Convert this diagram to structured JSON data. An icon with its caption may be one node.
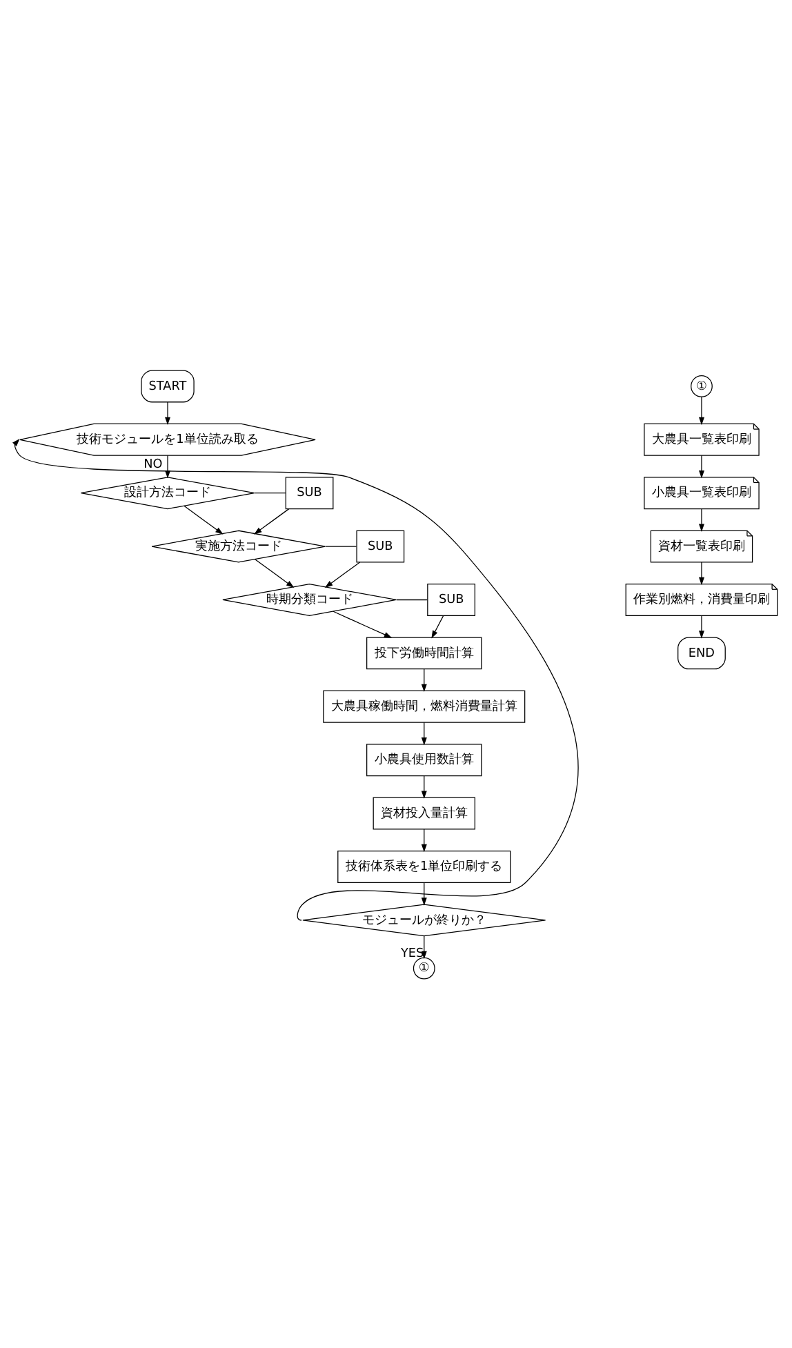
{
  "diagram": {
    "nodes": [
      {
        "text": [
          "START"
        ]
      },
      {
        "text": [
          "技術モジュールを1単位読み取る"
        ]
      },
      {
        "text": [
          "設計方法コード"
        ]
      },
      {
        "text": [
          "SUB"
        ]
      },
      {
        "text": [
          "実施方法コード"
        ]
      },
      {
        "text": [
          "SUB"
        ]
      },
      {
        "text": [
          "時期分類コード"
        ]
      },
      {
        "text": [
          "SUB"
        ]
      },
      {
        "text": [
          "投下労働時間計算"
        ]
      },
      {
        "text": [
          "大農具稼働時間，燃料消費量計算"
        ]
      },
      {
        "text": [
          "小農具使用数計算"
        ]
      },
      {
        "text": [
          "資材投入量計算"
        ]
      },
      {
        "text": [
          "技術体系表を1単位印刷する"
        ]
      },
      {
        "text": [
          "モジュールが終りか？"
        ]
      },
      {
        "text": [
          "①"
        ]
      },
      {
        "text": [
          "①"
        ]
      },
      {
        "text": [
          "大農具一覧表印刷"
        ]
      },
      {
        "text": [
          "小農具一覧表印刷"
        ]
      },
      {
        "text": [
          "資材一覧表印刷"
        ]
      },
      {
        "text": [
          "作業別燃料，消費量印刷"
        ]
      },
      {
        "text": [
          "END"
        ]
      }
    ],
    "edges": [
      {
        "from": 0,
        "to": 1,
        "arrow": "to"
      },
      {
        "from": 1,
        "to": 2,
        "arrow": "to"
      },
      {
        "from": 2,
        "to": 3,
        "arrow": "none"
      },
      {
        "from": 2,
        "to": 4,
        "arrow": "to"
      },
      {
        "from": 3,
        "to": 4,
        "arrow": "to"
      },
      {
        "from": 4,
        "to": 5,
        "arrow": "none"
      },
      {
        "from": 4,
        "to": 6,
        "arrow": "to"
      },
      {
        "from": 5,
        "to": 6,
        "arrow": "to"
      },
      {
        "from": 6,
        "to": 7,
        "arrow": "none"
      },
      {
        "from": 6,
        "to": 8,
        "arrow": "to"
      },
      {
        "from": 7,
        "to": 8,
        "arrow": "to"
      },
      {
        "from": 8,
        "to": 9,
        "arrow": "to"
      },
      {
        "from": 9,
        "to": 10,
        "arrow": "to"
      },
      {
        "from": 10,
        "to": 11,
        "arrow": "to"
      },
      {
        "from": 11,
        "to": 12,
        "arrow": "to"
      },
      {
        "from": 12,
        "to": 13,
        "arrow": "to"
      },
      {
        "from": 13,
        "to": 1,
        "arrow": "to",
        "label": "NO"
      },
      {
        "from": 13,
        "to": 14,
        "arrow": "to",
        "label": "YES"
      },
      {
        "from": 15,
        "to": 16,
        "arrow": "to"
      },
      {
        "from": 16,
        "to": 17,
        "arrow": "to"
      },
      {
        "from": 17,
        "to": 18,
        "arrow": "to"
      },
      {
        "from": 18,
        "to": 19,
        "arrow": "to"
      },
      {
        "from": 19,
        "to": 20,
        "arrow": "to"
      }
    ]
  }
}
